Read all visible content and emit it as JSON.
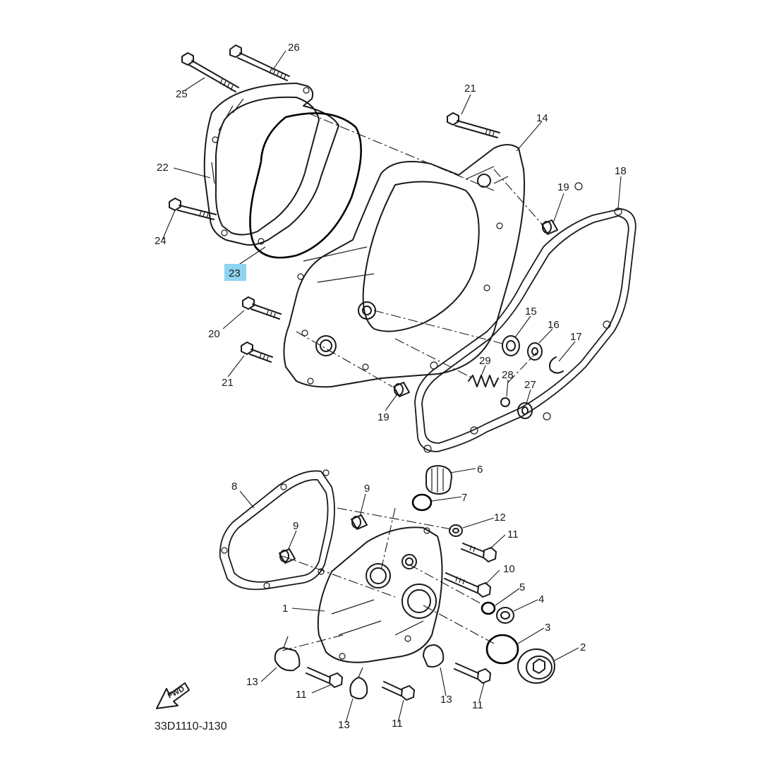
{
  "diagram": {
    "code": "33D1110-J130",
    "fwd_label": "FWD",
    "highlight_color": "#8fd3f2",
    "selected_callout": "23",
    "callouts": [
      {
        "id": "c26",
        "label": "26"
      },
      {
        "id": "c25",
        "label": "25"
      },
      {
        "id": "c21a",
        "label": "21"
      },
      {
        "id": "c14",
        "label": "14"
      },
      {
        "id": "c18",
        "label": "18"
      },
      {
        "id": "c22",
        "label": "22"
      },
      {
        "id": "c19a",
        "label": "19"
      },
      {
        "id": "c24",
        "label": "24"
      },
      {
        "id": "c23",
        "label": "23"
      },
      {
        "id": "c15",
        "label": "15"
      },
      {
        "id": "c16",
        "label": "16"
      },
      {
        "id": "c17",
        "label": "17"
      },
      {
        "id": "c20",
        "label": "20"
      },
      {
        "id": "c29",
        "label": "29"
      },
      {
        "id": "c28",
        "label": "28"
      },
      {
        "id": "c21b",
        "label": "21"
      },
      {
        "id": "c27",
        "label": "27"
      },
      {
        "id": "c19b",
        "label": "19"
      },
      {
        "id": "c6",
        "label": "6"
      },
      {
        "id": "c8",
        "label": "8"
      },
      {
        "id": "c9a",
        "label": "9"
      },
      {
        "id": "c7",
        "label": "7"
      },
      {
        "id": "c12",
        "label": "12"
      },
      {
        "id": "c9b",
        "label": "9"
      },
      {
        "id": "c11a",
        "label": "11"
      },
      {
        "id": "c10",
        "label": "10"
      },
      {
        "id": "c5",
        "label": "5"
      },
      {
        "id": "c1",
        "label": "1"
      },
      {
        "id": "c4",
        "label": "4"
      },
      {
        "id": "c3",
        "label": "3"
      },
      {
        "id": "c2",
        "label": "2"
      },
      {
        "id": "c13a",
        "label": "13"
      },
      {
        "id": "c11b",
        "label": "11"
      },
      {
        "id": "c13b",
        "label": "13"
      },
      {
        "id": "c11c",
        "label": "11"
      },
      {
        "id": "c13c",
        "label": "13"
      },
      {
        "id": "c11d",
        "label": "11"
      }
    ]
  }
}
